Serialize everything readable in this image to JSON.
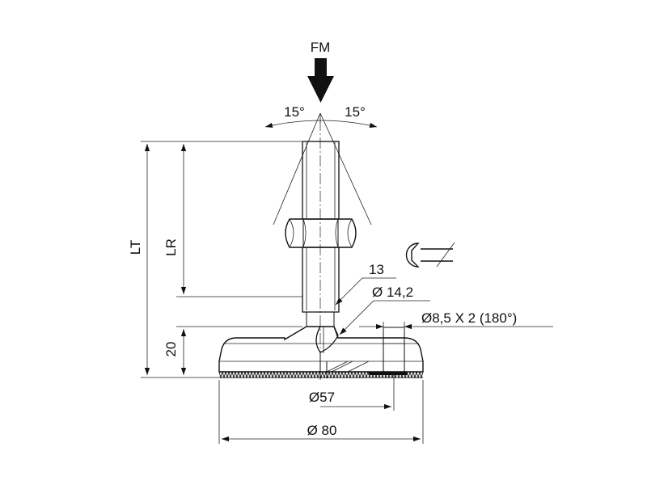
{
  "labels": {
    "force": "FM",
    "angle_left": "15°",
    "angle_right": "15°",
    "total_length": "LT",
    "thread_length": "LR",
    "base_height": "20",
    "wrench_size": "13",
    "ball_diameter": "Ø 14,2",
    "mounting_holes": "Ø8,5 X 2 (180°)",
    "diameter_57": "Ø57",
    "diameter_80": "Ø 80"
  },
  "icons": {
    "force_arrow": "down-arrow-icon",
    "wrench": "wrench-icon"
  }
}
